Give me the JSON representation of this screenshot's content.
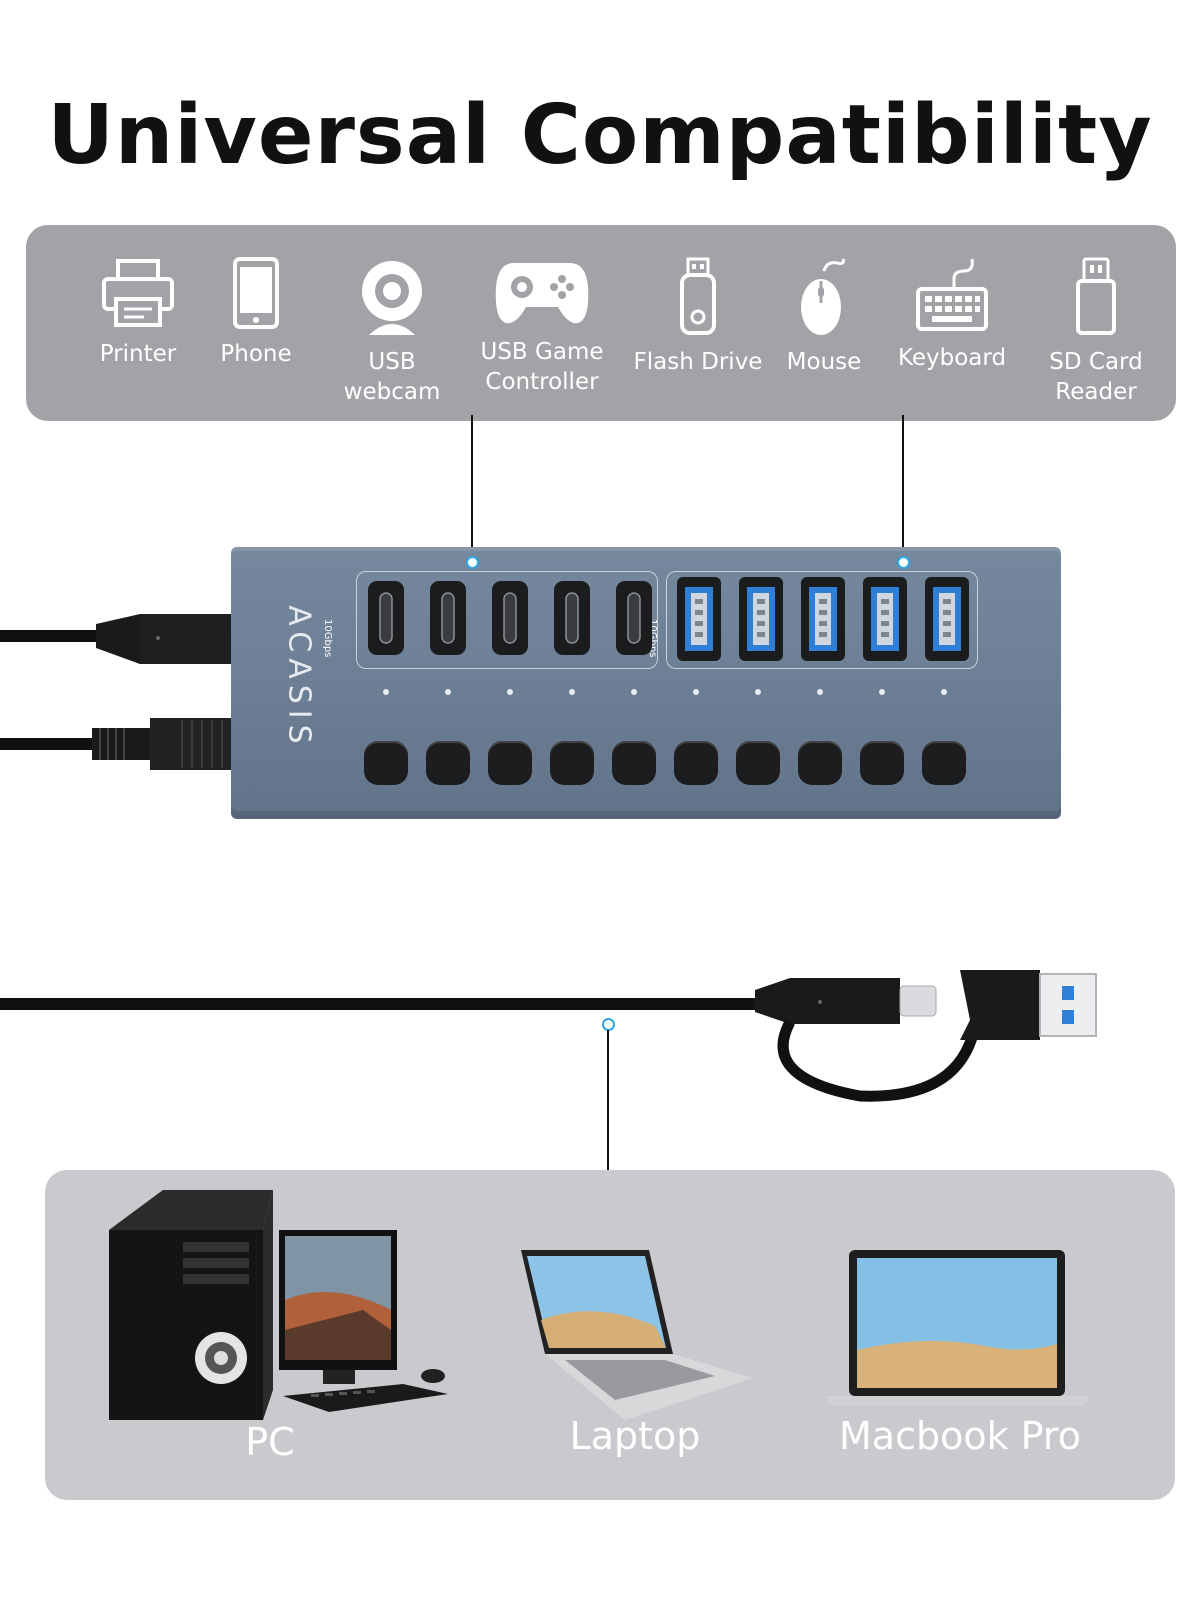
{
  "title": "Universal Compatibility",
  "devices": [
    {
      "label": "Printer",
      "icon": "printer-icon"
    },
    {
      "label": "Phone",
      "icon": "phone-icon"
    },
    {
      "label": "USB webcam",
      "icon": "webcam-icon"
    },
    {
      "label": "USB Game\nController",
      "icon": "gamepad-icon"
    },
    {
      "label": "Flash Drive",
      "icon": "flash-drive-icon"
    },
    {
      "label": "Mouse",
      "icon": "mouse-icon"
    },
    {
      "label": "Keyboard",
      "icon": "keyboard-icon"
    },
    {
      "label": "SD Card\nReader",
      "icon": "sd-card-reader-icon"
    }
  ],
  "hub": {
    "brand": "ACASIS",
    "usb_c_speed": "10Gbps",
    "usb_a_speed": "10Gbps",
    "usb_c_ports": 5,
    "usb_a_ports": 5,
    "switches": 10
  },
  "computers": [
    {
      "label": "PC",
      "icon": "desktop-pc-icon"
    },
    {
      "label": "Laptop",
      "icon": "laptop-icon"
    },
    {
      "label": "Macbook Pro",
      "icon": "macbook-icon"
    }
  ],
  "colors": {
    "panel_top": "#a2a3a7",
    "panel_bottom": "#c9cacd",
    "hub_body": "#6d7f95",
    "usb3_blue": "#2f7fd6",
    "accent_dot": "#2ea8e0"
  }
}
